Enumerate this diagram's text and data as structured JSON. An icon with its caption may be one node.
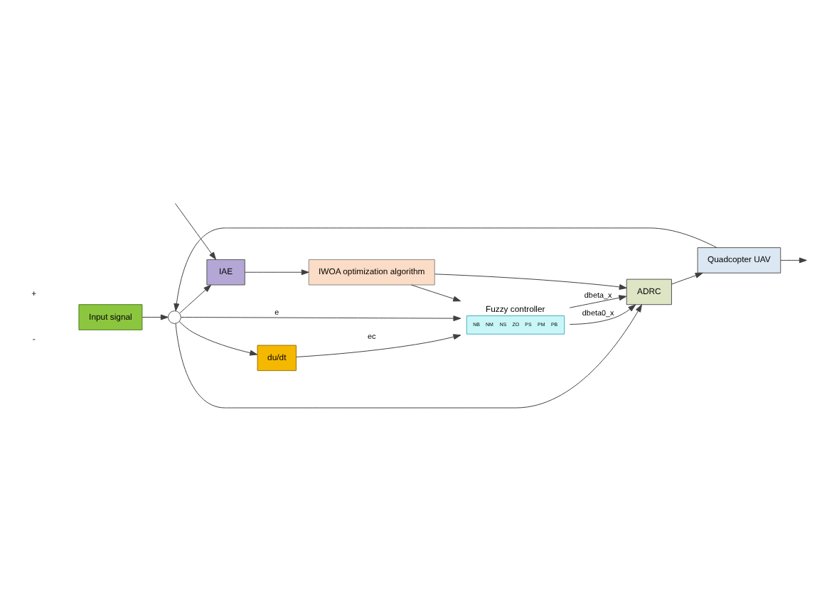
{
  "diagram": {
    "nodes": [
      {
        "text": [
          "Input signal"
        ]
      },
      {
        "text": [],
        "shape": "circle"
      },
      {
        "text": [
          "IAE"
        ]
      },
      {
        "text": [
          "IWOA optimization algorithm"
        ]
      },
      {
        "text": [
          "Fuzzy controller",
          "NB",
          "NM",
          "NS",
          "ZO",
          "PS",
          "PM",
          "PB"
        ]
      },
      {
        "text": [
          "du/dt"
        ]
      },
      {
        "text": [
          "ADRC"
        ]
      },
      {
        "text": [
          "Quadcopter UAV"
        ]
      }
    ],
    "edges": [
      {
        "from": 0,
        "to": 1,
        "arrow": "to"
      },
      {
        "from": 1,
        "to": 6,
        "arrow": "to"
      },
      {
        "from": 1,
        "to": 2,
        "arrow": "to"
      },
      {
        "from": 1,
        "to": 4,
        "arrow": "to",
        "label": "e"
      },
      {
        "from": 1,
        "to": 5,
        "arrow": "to"
      },
      {
        "from": 5,
        "to": 4,
        "arrow": "to",
        "label": "ec"
      },
      {
        "from": null,
        "to": 2,
        "arrow": "to"
      },
      {
        "from": 2,
        "to": 3,
        "arrow": "to"
      },
      {
        "from": 3,
        "to": 4,
        "arrow": "to"
      },
      {
        "from": 4,
        "to": 6,
        "arrow": "to",
        "label": "dbeta_x"
      },
      {
        "from": 4,
        "to": 6,
        "arrow": "to",
        "label": "dbeta0_x"
      },
      {
        "from": 3,
        "to": 6,
        "arrow": "to"
      },
      {
        "from": 6,
        "to": 7,
        "arrow": "to"
      },
      {
        "from": 7,
        "to": null,
        "arrow": "to"
      },
      {
        "from": 7,
        "to": 1,
        "arrow": "to"
      }
    ],
    "labels": [
      "+",
      "-"
    ]
  }
}
